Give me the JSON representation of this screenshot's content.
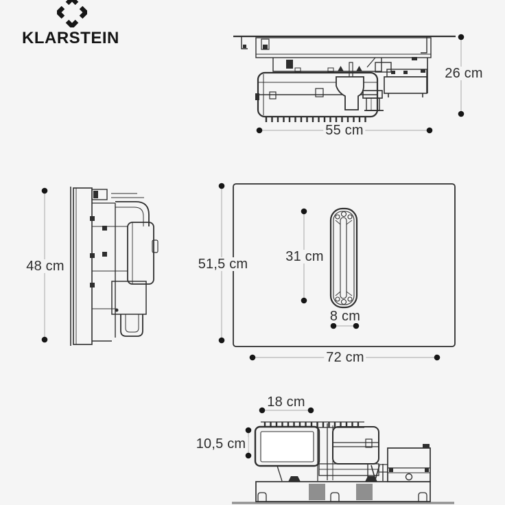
{
  "brand": {
    "name": "KLARSTEIN",
    "logo_icon": "diamond-outline"
  },
  "dimensions": {
    "underside_view": {
      "height": "26 cm",
      "width": "55 cm"
    },
    "profile_view": {
      "height": "48 cm"
    },
    "top_view": {
      "depth": "51,5 cm",
      "vent_length": "31 cm",
      "vent_width": "8 cm",
      "width": "72 cm"
    },
    "front_view": {
      "box_width": "18 cm",
      "box_height": "10,5 cm"
    }
  },
  "colors": {
    "background": "#f5f5f5",
    "drawing_line": "#2e2e2e",
    "dimension_line": "#b8b8b8",
    "dimension_dot": "#161616",
    "label_text": "#2c2c2c",
    "brand_text": "#141414",
    "ground_line": "#8f8f8f",
    "foot_pad": "#8f8f8f",
    "box_fill": "#ffffff"
  }
}
